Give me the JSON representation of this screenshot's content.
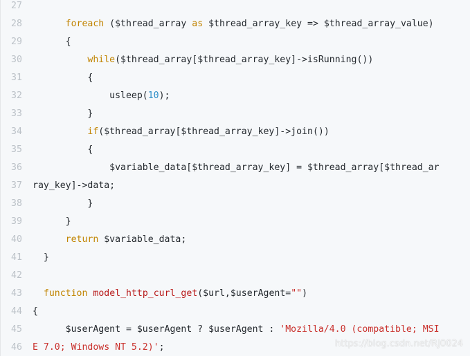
{
  "code": {
    "lines": [
      {
        "n": "27",
        "parts": []
      },
      {
        "n": "28",
        "parts": [
          {
            "t": "      "
          },
          {
            "t": "foreach",
            "c": "kw"
          },
          {
            "t": " ($thread_array "
          },
          {
            "t": "as",
            "c": "kw"
          },
          {
            "t": " $thread_array_key => $thread_array_value)"
          }
        ]
      },
      {
        "n": "29",
        "parts": [
          {
            "t": "      {"
          }
        ]
      },
      {
        "n": "30",
        "parts": [
          {
            "t": "          "
          },
          {
            "t": "while",
            "c": "kw"
          },
          {
            "t": "($thread_array[$thread_array_key]->isRunning())"
          }
        ]
      },
      {
        "n": "31",
        "parts": [
          {
            "t": "          {"
          }
        ]
      },
      {
        "n": "32",
        "parts": [
          {
            "t": "              usleep("
          },
          {
            "t": "10",
            "c": "num"
          },
          {
            "t": ");"
          }
        ]
      },
      {
        "n": "33",
        "parts": [
          {
            "t": "          }"
          }
        ]
      },
      {
        "n": "34",
        "parts": [
          {
            "t": "          "
          },
          {
            "t": "if",
            "c": "kw"
          },
          {
            "t": "($thread_array[$thread_array_key]->join())"
          }
        ]
      },
      {
        "n": "35",
        "parts": [
          {
            "t": "          {"
          }
        ]
      },
      {
        "n": "36",
        "parts": [
          {
            "t": "              $variable_data[$thread_array_key] = $thread_array[$thread_ar"
          }
        ]
      },
      {
        "n": "37",
        "parts": [
          {
            "t": "ray_key]->data;"
          }
        ]
      },
      {
        "n": "38",
        "parts": [
          {
            "t": "          }"
          }
        ]
      },
      {
        "n": "39",
        "parts": [
          {
            "t": "      }"
          }
        ]
      },
      {
        "n": "40",
        "parts": [
          {
            "t": "      "
          },
          {
            "t": "return",
            "c": "kw"
          },
          {
            "t": " $variable_data;"
          }
        ]
      },
      {
        "n": "41",
        "parts": [
          {
            "t": "  }"
          }
        ]
      },
      {
        "n": "42",
        "parts": []
      },
      {
        "n": "43",
        "parts": [
          {
            "t": "  "
          },
          {
            "t": "function",
            "c": "kw"
          },
          {
            "t": " "
          },
          {
            "t": "model_http_curl_get",
            "c": "fn"
          },
          {
            "t": "($url,$userAgent="
          },
          {
            "t": "\"\"",
            "c": "str"
          },
          {
            "t": ")"
          }
        ]
      },
      {
        "n": "44",
        "parts": [
          {
            "t": "{"
          }
        ]
      },
      {
        "n": "45",
        "parts": [
          {
            "t": "      $userAgent = $userAgent ? $userAgent : "
          },
          {
            "t": "'Mozilla/4.0 (compatible; MSI",
            "c": "str"
          }
        ]
      },
      {
        "n": "46",
        "parts": [
          {
            "t": "E 7.0; Windows NT 5.2)'",
            "c": "str"
          },
          {
            "t": ";"
          }
        ]
      }
    ]
  },
  "watermark": "https://blog.csdn.net/RJ0024"
}
